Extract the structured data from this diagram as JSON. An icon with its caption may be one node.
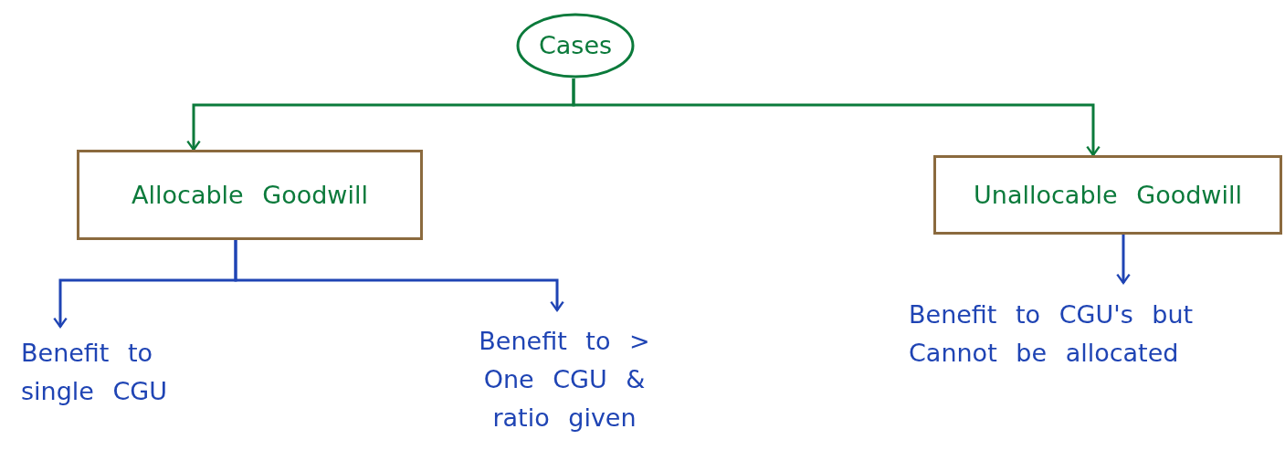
{
  "diagram": {
    "nodes": [
      {
        "text": [
          "Cases"
        ]
      },
      {
        "text": [
          "Allocable Goodwill"
        ]
      },
      {
        "text": [
          "Unallocable Goodwill"
        ]
      },
      {
        "text": [
          "Benefit to single CGU"
        ]
      },
      {
        "text": [
          "Benefit to > One CGU & ratio given"
        ]
      },
      {
        "text": [
          "Benefit to CGU's but Cannot be allocated"
        ]
      }
    ],
    "edges": [
      {
        "from": 0,
        "to": 1,
        "arrow": "to",
        "color": "#0b7a3b"
      },
      {
        "from": 0,
        "to": 2,
        "arrow": "to",
        "color": "#0b7a3b"
      },
      {
        "from": 1,
        "to": 3,
        "arrow": "to"
      },
      {
        "from": 1,
        "to": 4,
        "arrow": "to"
      },
      {
        "from": 2,
        "to": 5,
        "arrow": "to"
      }
    ]
  }
}
